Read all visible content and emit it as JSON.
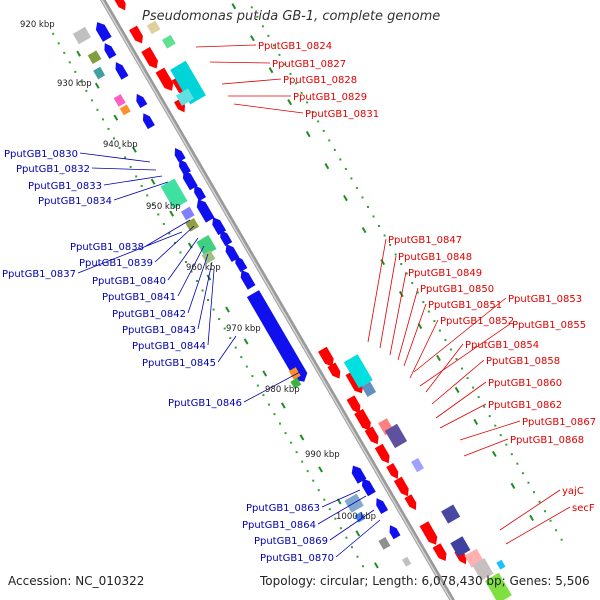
{
  "title": "Pseudomonas putida GB-1, complete genome",
  "footer": {
    "accession": "Accession: NC_010322",
    "topology": "Topology: circular; Length: 6,078,430 bp; Genes: 5,506"
  },
  "colors": {
    "forward_label": "#e00000",
    "reverse_label": "#0000b0",
    "backbone": "#9a9a9a",
    "forward_gene": "#ff0000",
    "reverse_gene": "#1010ee",
    "tick": "#228b22"
  },
  "scale_labels": [
    {
      "text": "920 kbp"
    },
    {
      "text": "930 kbp"
    },
    {
      "text": "940 kbp"
    },
    {
      "text": "950 kbp"
    },
    {
      "text": "960 kbp"
    },
    {
      "text": "970 kbp"
    },
    {
      "text": "980 kbp"
    },
    {
      "text": "990 kbp"
    },
    {
      "text": "1000 kbp"
    }
  ],
  "forward_gene_labels": [
    "PputGB1_0824",
    "PputGB1_0827",
    "PputGB1_0828",
    "PputGB1_0829",
    "PputGB1_0831",
    "PputGB1_0847",
    "PputGB1_0848",
    "PputGB1_0849",
    "PputGB1_0850",
    "PputGB1_0851",
    "PputGB1_0853",
    "PputGB1_0852",
    "PputGB1_0855",
    "PputGB1_0854",
    "PputGB1_0858",
    "PputGB1_0860",
    "PputGB1_0862",
    "PputGB1_0867",
    "PputGB1_0868",
    "yajC",
    "secF"
  ],
  "reverse_gene_labels": [
    "PputGB1_0830",
    "PputGB1_0832",
    "PputGB1_0833",
    "PputGB1_0834",
    "PputGB1_0838",
    "PputGB1_0839",
    "PputGB1_0837",
    "PputGB1_0840",
    "PputGB1_0841",
    "PputGB1_0842",
    "PputGB1_0843",
    "PputGB1_0844",
    "PputGB1_0845",
    "PputGB1_0846",
    "PputGB1_0863",
    "PputGB1_0864",
    "PputGB1_0869",
    "PputGB1_0870"
  ]
}
